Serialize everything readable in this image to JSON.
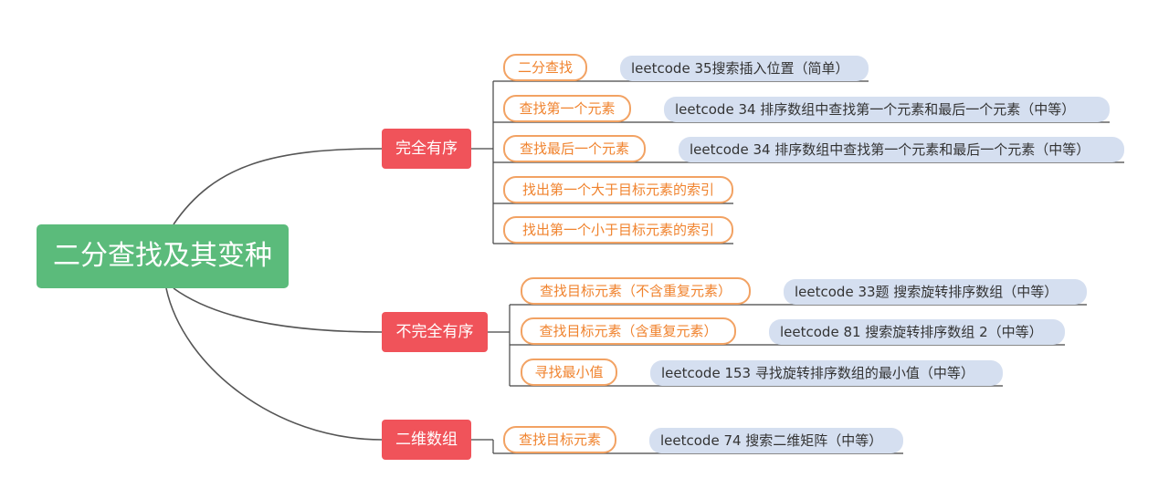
{
  "mindmap": {
    "root": "二分查找及其变种",
    "branches": [
      {
        "label": "完全有序",
        "leaves": [
          {
            "label": "二分查找",
            "note": "leetcode 35搜索插入位置（简单）"
          },
          {
            "label": "查找第一个元素",
            "note": "leetcode 34 排序数组中查找第一个元素和最后一个元素（中等）"
          },
          {
            "label": "查找最后一个元素",
            "note": "leetcode 34 排序数组中查找第一个元素和最后一个元素（中等）"
          },
          {
            "label": "找出第一个大于目标元素的索引",
            "note": ""
          },
          {
            "label": "找出第一个小于目标元素的索引",
            "note": ""
          }
        ]
      },
      {
        "label": "不完全有序",
        "leaves": [
          {
            "label": "查找目标元素（不含重复元素）",
            "note": "leetcode  33题 搜索旋转排序数组（中等）"
          },
          {
            "label": "查找目标元素（含重复元素）",
            "note": "leetcode 81 搜索旋转排序数组 2（中等）"
          },
          {
            "label": "寻找最小值",
            "note": "leetcode 153 寻找旋转排序数组的最小值（中等）"
          }
        ]
      },
      {
        "label": "二维数组",
        "leaves": [
          {
            "label": "查找目标元素",
            "note": "leetcode 74 搜索二维矩阵（中等）"
          }
        ]
      }
    ]
  },
  "colors": {
    "root_fill": "#5bbb7b",
    "branch_fill": "#f0535a",
    "leaf_border": "#f2a263",
    "leaf_text": "#f0832e",
    "note_fill": "#d5dff0",
    "connector": "#555555"
  }
}
